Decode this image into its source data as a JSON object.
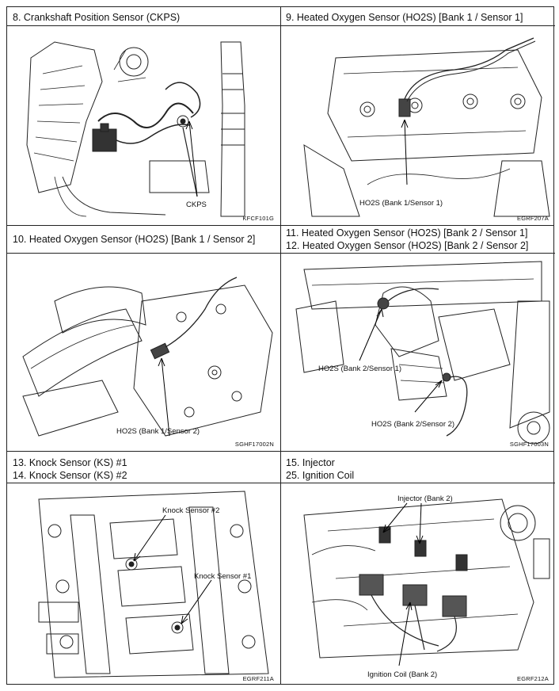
{
  "panels": [
    {
      "headers": [
        "8.  Crankshaft Position Sensor (CKPS)"
      ],
      "labels": [
        "CKPS"
      ],
      "code": "KFCF101G"
    },
    {
      "headers": [
        "9.  Heated Oxygen Sensor (HO2S) [Bank 1 / Sensor 1]"
      ],
      "labels": [
        "HO2S (Bank 1/Sensor 1)"
      ],
      "code": "EGRF207A"
    },
    {
      "headers": [
        "10.  Heated Oxygen Sensor (HO2S) [Bank 1 / Sensor 2]"
      ],
      "labels": [
        "HO2S (Bank 1/Sensor 2)"
      ],
      "code": "SGHF17002N"
    },
    {
      "headers": [
        "11.  Heated Oxygen Sensor (HO2S) [Bank 2 / Sensor 1]",
        "12.  Heated Oxygen Sensor (HO2S) [Bank 2 / Sensor 2]"
      ],
      "labels": [
        "HO2S (Bank 2/Sensor 1)",
        "HO2S (Bank 2/Sensor 2)"
      ],
      "code": "SGHF17003N"
    },
    {
      "headers": [
        "13.  Knock Sensor (KS) #1",
        "14.  Knock Sensor (KS) #2"
      ],
      "labels": [
        "Knock Sensor #2",
        "Knock Sensor #1"
      ],
      "code": "EGRF211A"
    },
    {
      "headers": [
        "15.     Injector",
        "25.     Ignition Coil"
      ],
      "labels": [
        "Injector (Bank 2)",
        "Ignition Coil (Bank 2)"
      ],
      "code": "EGRF212A"
    }
  ]
}
